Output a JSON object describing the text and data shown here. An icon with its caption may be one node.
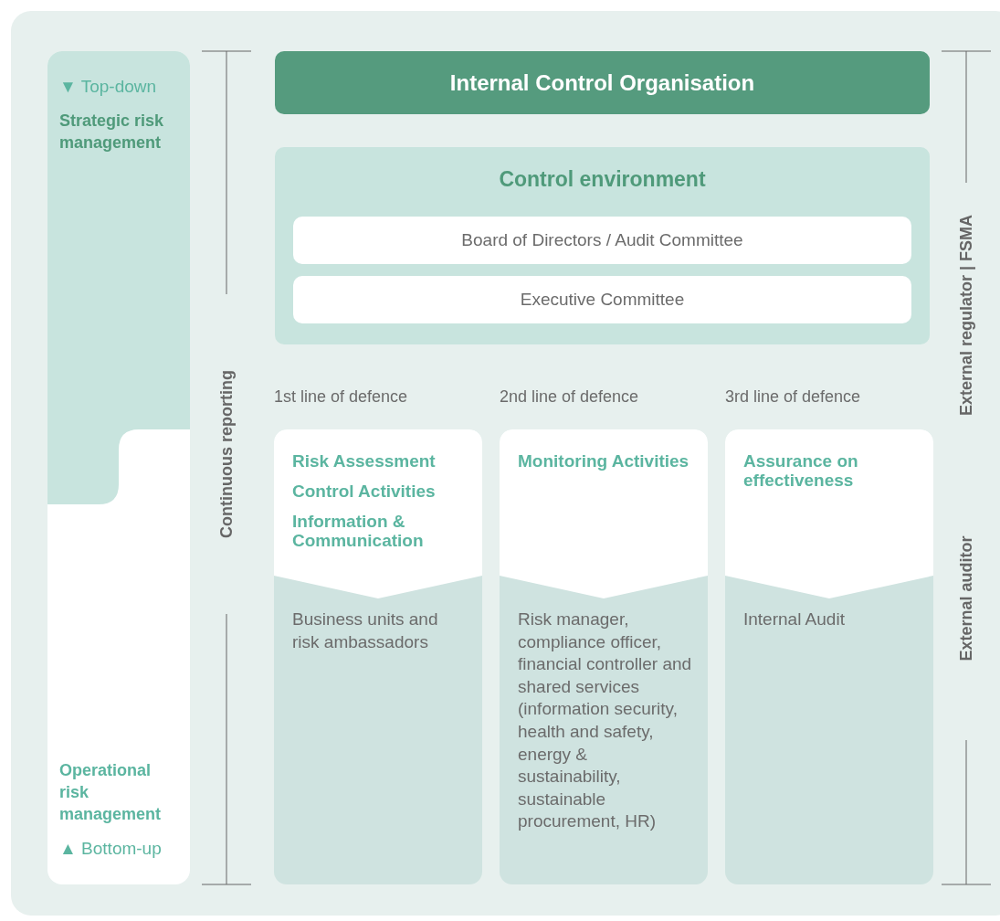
{
  "diagram": {
    "nodes": [
      {
        "text": [
          "Internal Control Organisation"
        ]
      },
      {
        "text": [
          "Control environment"
        ]
      },
      {
        "text": [
          "Board of Directors / Audit Committee"
        ],
        "in": 1
      },
      {
        "text": [
          "Executive Committee"
        ],
        "in": 1
      },
      {
        "text": [
          "Risk Assessment",
          "Control Activities",
          "Information & Communication",
          "Business units and risk ambassadors"
        ],
        "beside": [
          "1st line of defence"
        ]
      },
      {
        "text": [
          "Monitoring Activities",
          "Risk manager, compliance officer, financial controller and shared services (information security, health and safety, energy & sustainability, sustainable procurement, HR)"
        ],
        "beside": [
          "2nd line of defence"
        ]
      },
      {
        "text": [
          "Assurance on effectiveness",
          "Internal Audit"
        ],
        "beside": [
          "3rd line of defence"
        ]
      },
      {
        "text": [
          "▼ Top-down",
          "Strategic risk management",
          "Operational risk management",
          "▲ Bottom-up"
        ]
      }
    ],
    "edges": [],
    "labels": [
      "Continuous reporting",
      "External regulator | FSMA",
      "External auditor"
    ]
  }
}
